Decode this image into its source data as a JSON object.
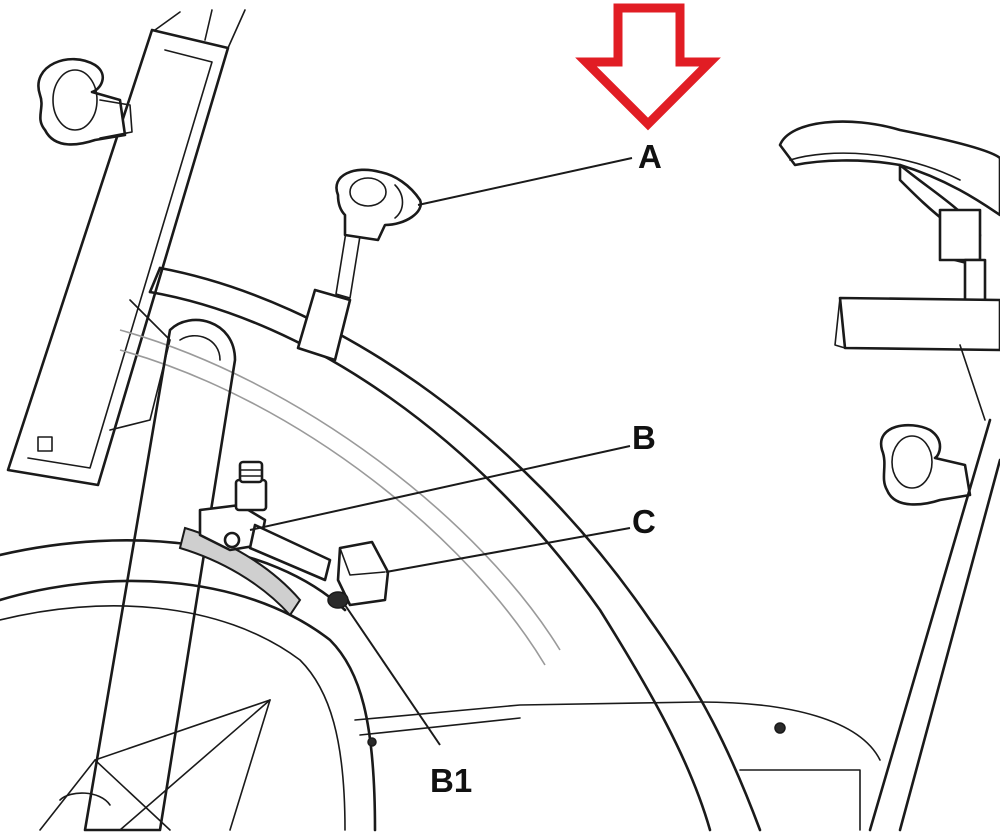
{
  "callouts": {
    "a": "A",
    "b": "B",
    "c": "C",
    "b1": "B1"
  },
  "colors": {
    "arrow": "#e11d24",
    "ink": "#1a1a1a",
    "background": "#ffffff"
  },
  "icons": {
    "indicator": "red-down-arrow-icon"
  }
}
